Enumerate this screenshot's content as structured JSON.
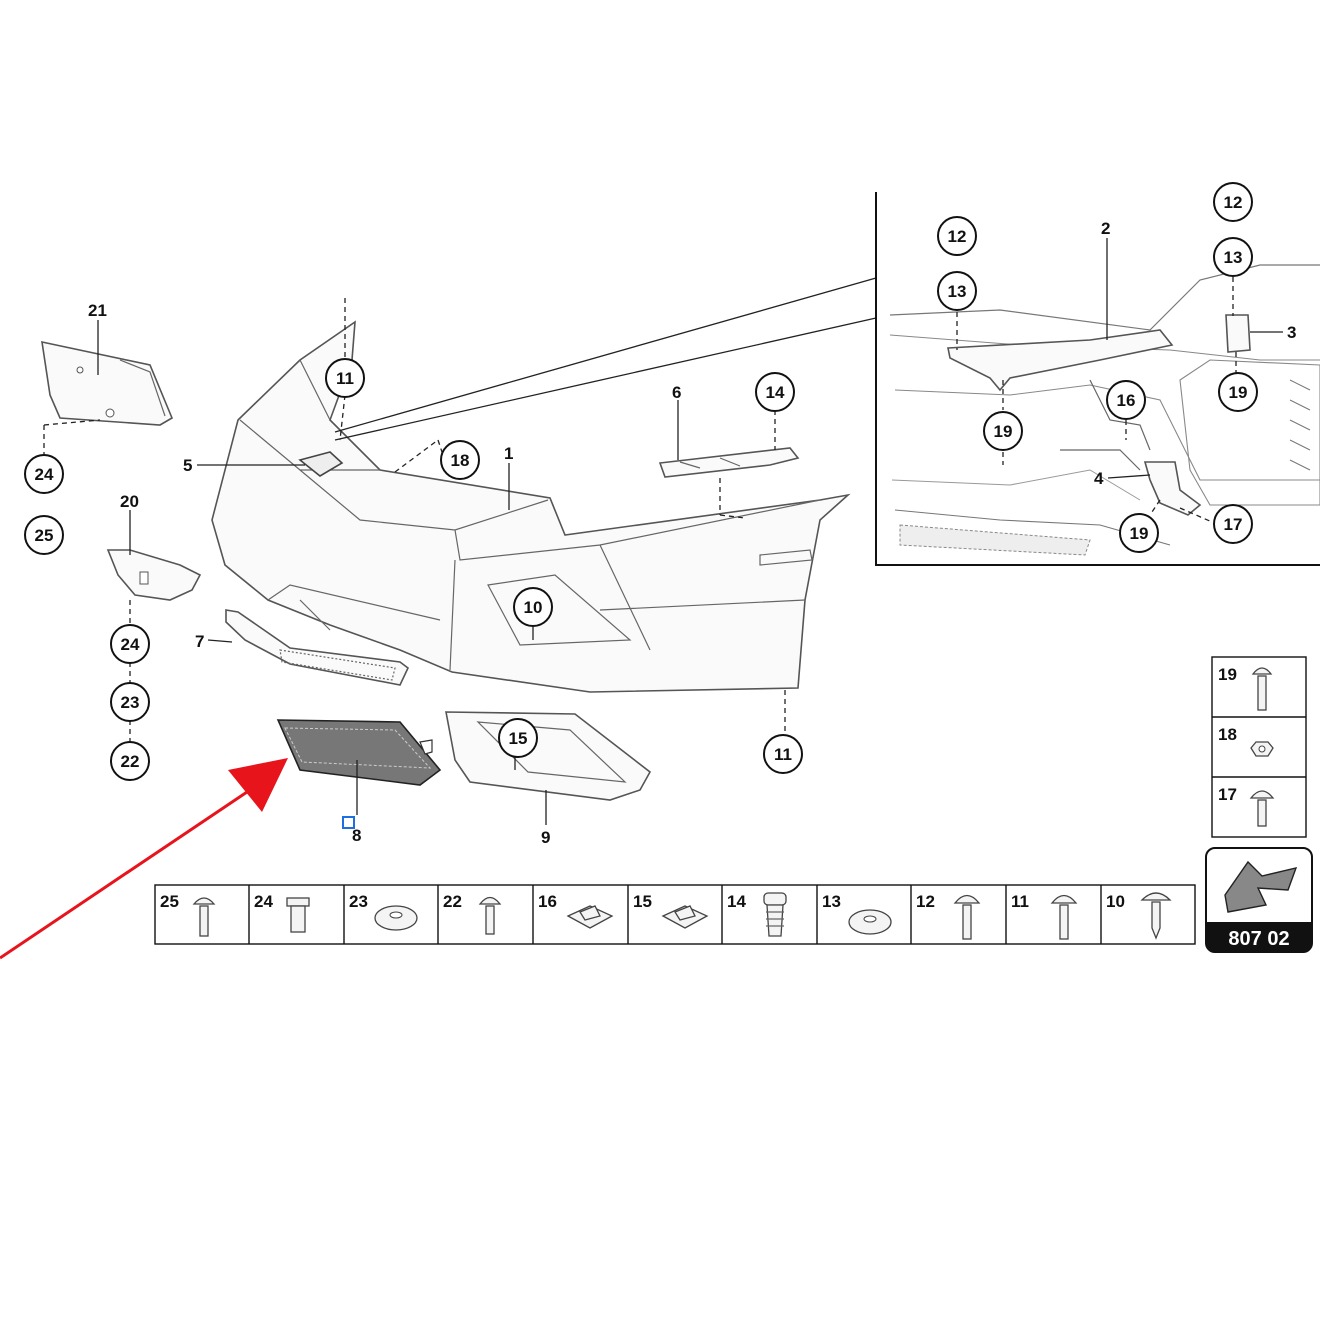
{
  "diagram": {
    "page_code": "807 02",
    "callouts": {
      "c24a": "24",
      "c25a": "25",
      "c24b": "24",
      "c23": "23",
      "c22": "22",
      "c11top": "11",
      "c11bot": "11",
      "c18": "18",
      "c14": "14",
      "c10": "10",
      "c15": "15",
      "c12a": "12",
      "c13a": "13",
      "c19a": "19",
      "c16": "16",
      "c12b": "12",
      "c13b": "13",
      "c19b": "19",
      "c19c": "19",
      "c17": "17"
    },
    "labels": {
      "l21": "21",
      "l20": "20",
      "l5": "5",
      "l7": "7",
      "l1": "1",
      "l6": "6",
      "l8": "8",
      "l9": "9",
      "l2": "2",
      "l3": "3",
      "l4": "4"
    },
    "hardware_row": [
      "25",
      "24",
      "23",
      "22",
      "16",
      "15",
      "14",
      "13",
      "12",
      "11",
      "10"
    ],
    "hardware_column": [
      "19",
      "18",
      "17"
    ]
  }
}
